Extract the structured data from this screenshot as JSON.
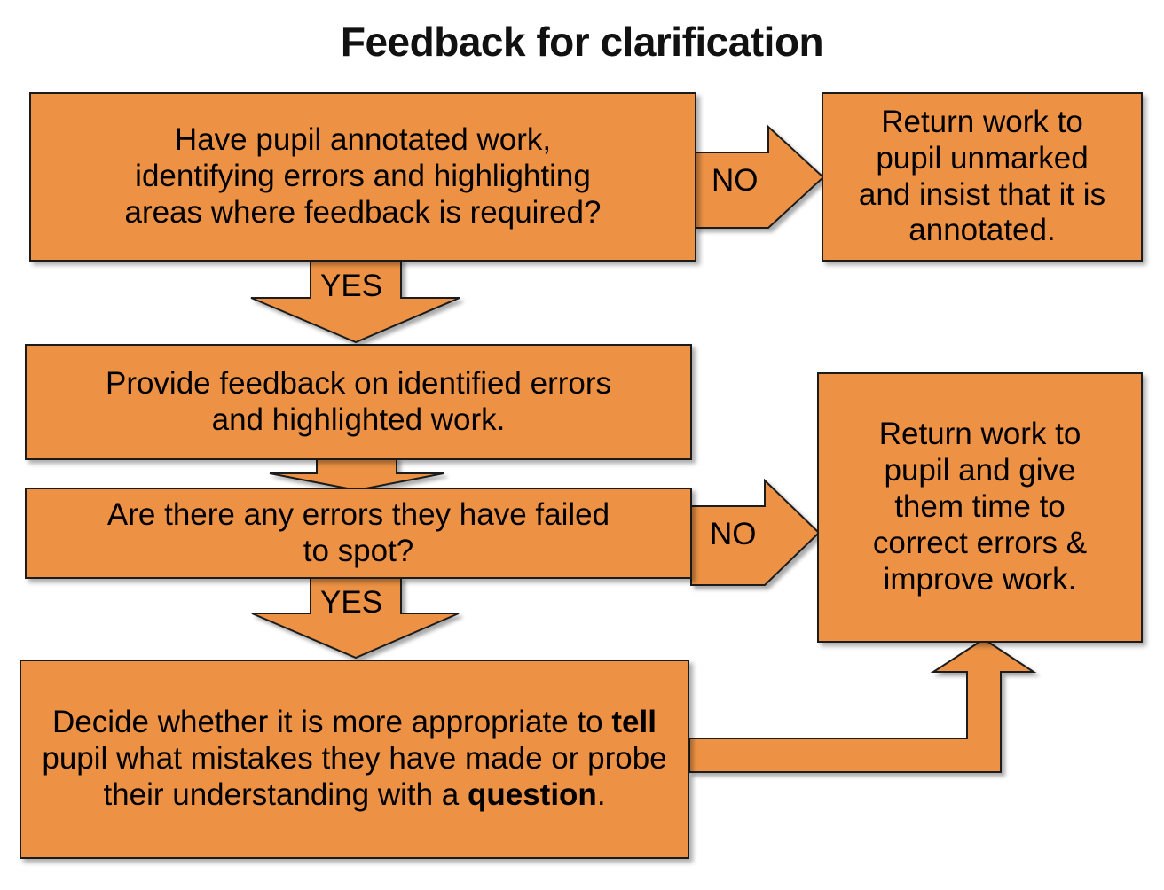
{
  "title": "Feedback for clarification",
  "theme": {
    "fill": "#ED9245",
    "stroke": "#1b1b1b",
    "text": "#000000",
    "background": "#ffffff"
  },
  "nodes": {
    "annotated": {
      "name": "have-pupil-annotated-work",
      "lines": [
        "Have pupil annotated work,",
        "identifying errors and highlighting",
        "areas where feedback is required?"
      ],
      "text": "Have pupil annotated work, identifying errors and highlighting areas where feedback is required?"
    },
    "unmarked": {
      "name": "return-work-unmarked",
      "lines": [
        "Return work to",
        "pupil unmarked",
        "and insist that it is",
        "annotated."
      ],
      "text": "Return work to pupil unmarked and insist that it is annotated."
    },
    "provide": {
      "name": "provide-feedback",
      "lines": [
        "Provide feedback on identified errors",
        "and highlighted work."
      ],
      "text": "Provide feedback on identified errors and highlighted work."
    },
    "errors": {
      "name": "errors-failed-to-spot",
      "lines": [
        "Are there any errors they have failed",
        "to spot?"
      ],
      "text": "Are there any errors they have failed to spot?"
    },
    "return_time": {
      "name": "return-work-give-time",
      "lines": [
        "Return work to",
        "pupil and give",
        "them time to",
        "correct errors &",
        "improve work."
      ],
      "text": "Return work to pupil and give them time to correct errors & improve work."
    },
    "decide": {
      "name": "decide-tell-or-question",
      "text_parts": [
        {
          "text": "Decide whether it is more appropriate to ",
          "bold": false
        },
        {
          "text": "tell",
          "bold": true
        },
        {
          "text": " pupil what mistakes they have made or probe their understanding with a ",
          "bold": false
        },
        {
          "text": "question",
          "bold": true
        },
        {
          "text": ".",
          "bold": false
        }
      ],
      "text": "Decide whether it is more appropriate to tell pupil what mistakes they have made or probe their understanding with a question."
    }
  },
  "arrows": {
    "no_1": {
      "label": "NO",
      "direction": "right",
      "from": "annotated",
      "to": "unmarked"
    },
    "no_2": {
      "label": "NO",
      "direction": "right",
      "from": "errors",
      "to": "return_time"
    },
    "yes_1": {
      "label": "YES",
      "direction": "down",
      "from": "annotated",
      "to": "provide"
    },
    "yes_2": {
      "label": "YES",
      "direction": "down",
      "from": "errors",
      "to": "decide"
    },
    "link_provide_errors": {
      "label": "",
      "direction": "down",
      "from": "provide",
      "to": "errors"
    },
    "elbow_decide_return": {
      "label": "",
      "direction": "right-up",
      "from": "decide",
      "to": "return_time"
    }
  }
}
